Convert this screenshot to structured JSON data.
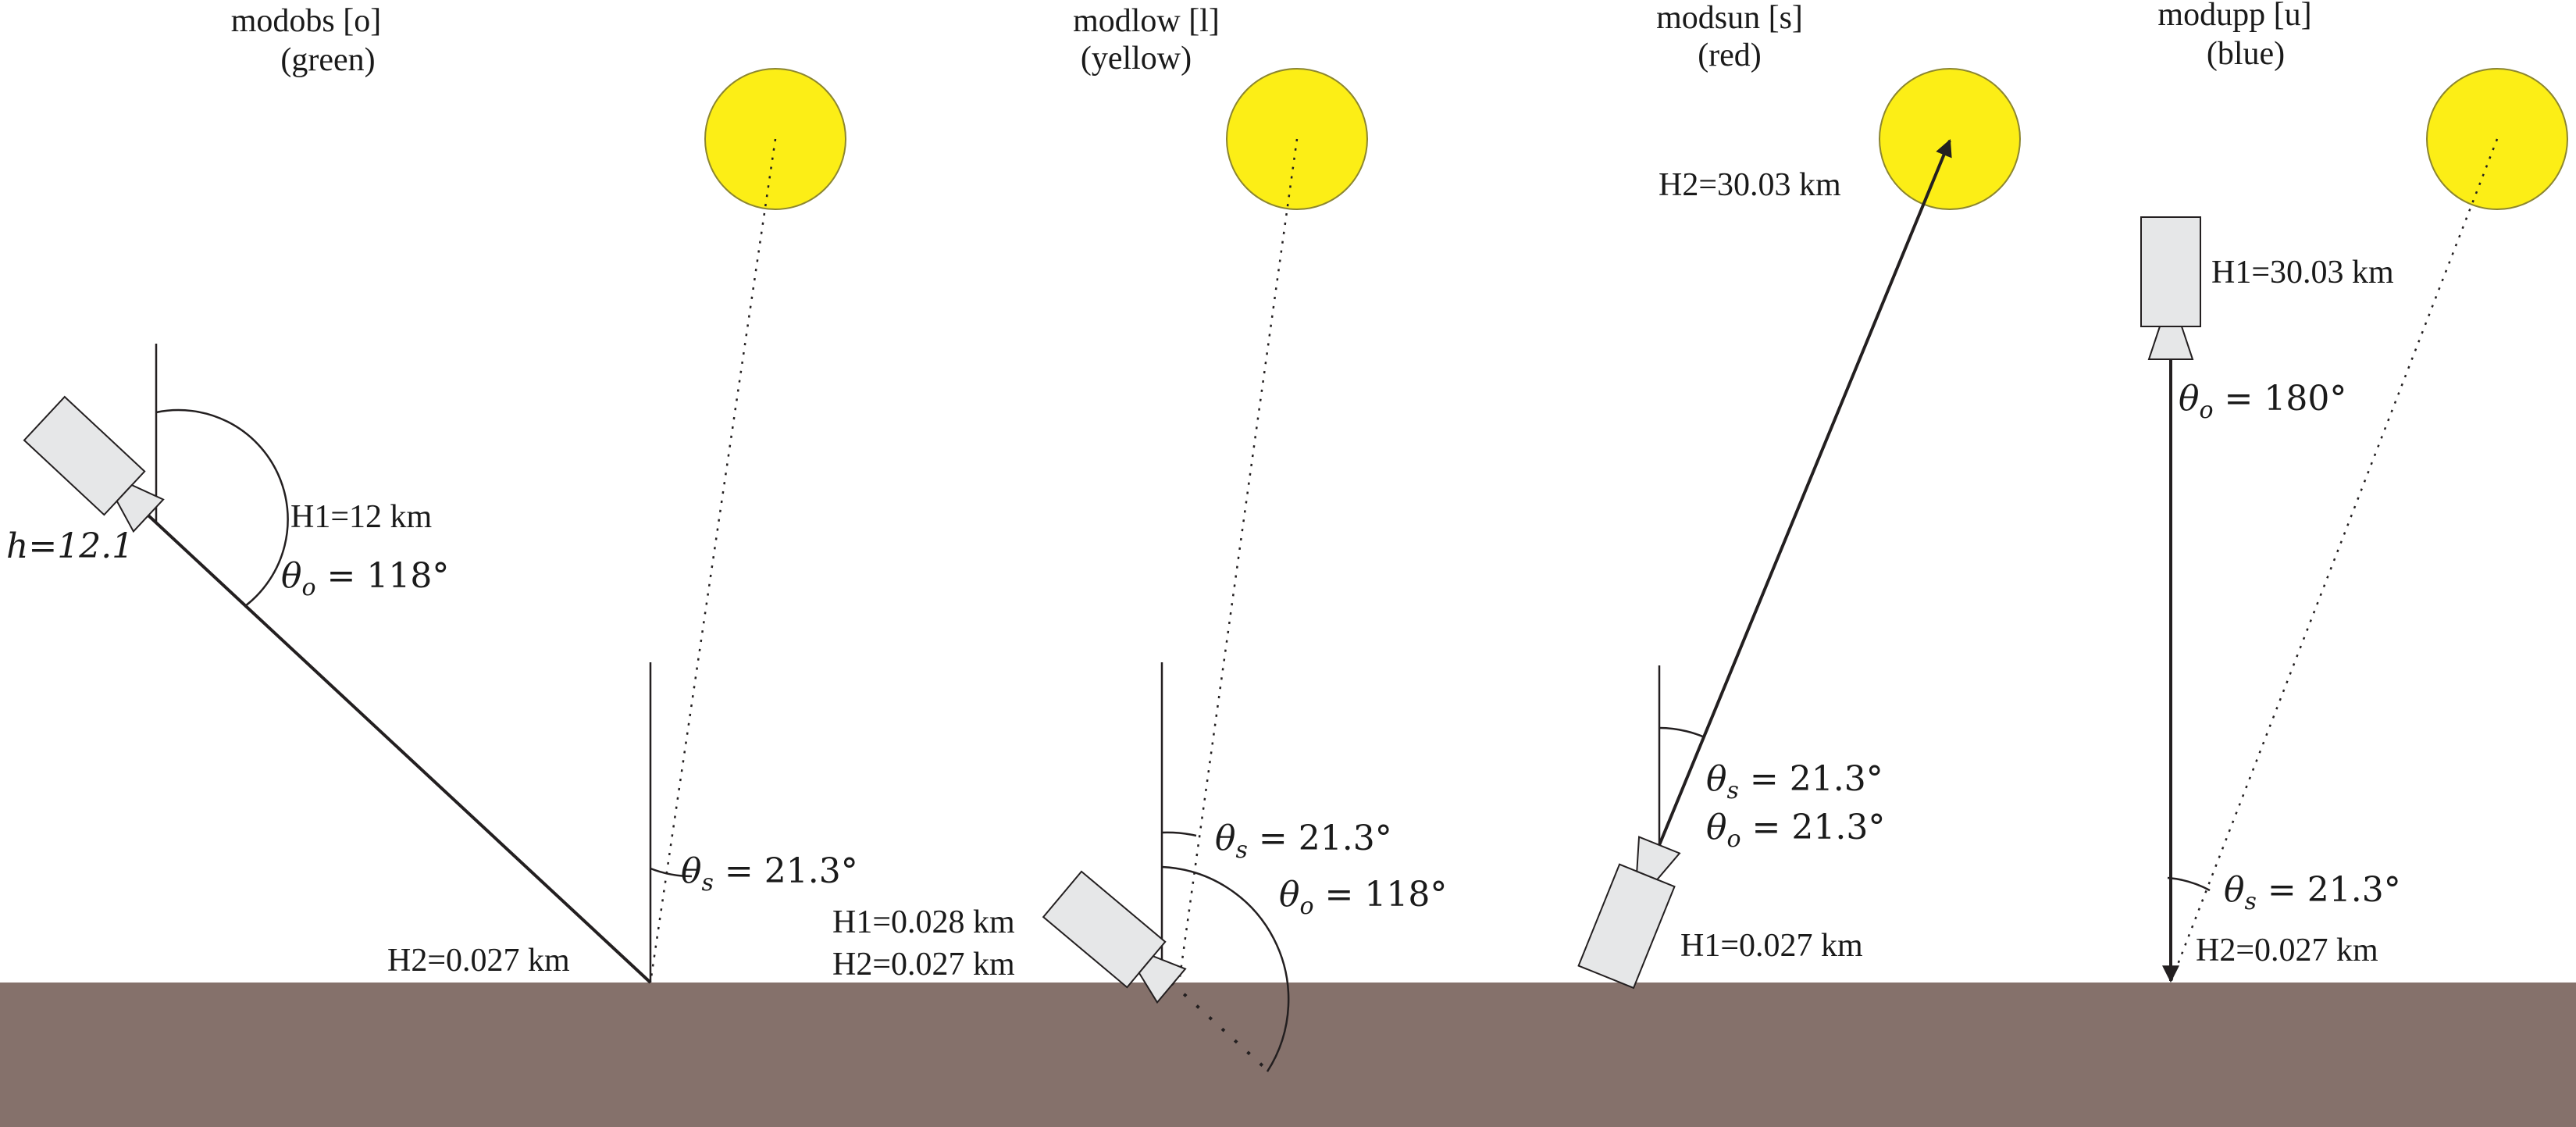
{
  "colors": {
    "ground": "#85716b",
    "sun_fill": "#fcee16",
    "sun_stroke": "#8c8630",
    "instrument_fill": "#e6e7e8",
    "line": "#231f20"
  },
  "icons": {
    "sun": "sun-icon",
    "instrument": "instrument-icon"
  },
  "panels": [
    {
      "title": "modobs [o]",
      "color_label": "(green)",
      "h_label": "h=12.1",
      "h1_label": "H1=12 km",
      "theta_o": "118°",
      "h2_label": "H2=0.027 km",
      "theta_s": "21.3°"
    },
    {
      "title": "modlow [l]",
      "color_label": "(yellow)",
      "theta_s": "21.3°",
      "theta_o": "118°",
      "h1_label": "H1=0.028 km",
      "h2_label": "H2=0.027 km"
    },
    {
      "title": "modsun [s]",
      "color_label": "(red)",
      "h2_label": "H2=30.03 km",
      "theta_s": "21.3°",
      "theta_o": "21.3°",
      "h1_label": "H1=0.027 km"
    },
    {
      "title": "modupp [u]",
      "color_label": "(blue)",
      "h1_label": "H1=30.03 km",
      "theta_o": "180°",
      "theta_s": "21.3°",
      "h2_label": "H2=0.027 km"
    }
  ],
  "symbols": {
    "theta": "θ",
    "sub_s": "s",
    "sub_o": "o",
    "equals": " = "
  }
}
